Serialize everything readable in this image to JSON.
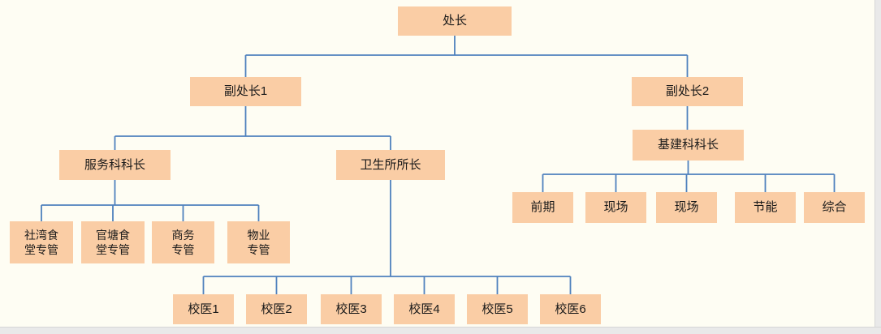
{
  "colors": {
    "node_fill": "#FACDA5",
    "connector_line": "#4F81BD",
    "canvas_background": "#FEFDF3",
    "page_margin": "#E9E9E9",
    "text": "#1A1A1A"
  },
  "org_chart": {
    "type": "organization-chart",
    "nodes": {
      "director": {
        "label": "处长"
      },
      "deputy1": {
        "label": "副处长1"
      },
      "deputy2": {
        "label": "副处长2"
      },
      "service_section_chief": {
        "label": "服务科科长"
      },
      "clinic_director": {
        "label": "卫生所所长"
      },
      "construction_section_chief": {
        "label": "基建科科长"
      },
      "shewan_canteen_manager": {
        "label": "社湾食\n堂专管"
      },
      "guantang_canteen_manager": {
        "label": "官塘食\n堂专管"
      },
      "business_manager": {
        "label": "商务\n专管"
      },
      "property_manager": {
        "label": "物业\n专管"
      },
      "early_stage": {
        "label": "前期"
      },
      "site1": {
        "label": "现场"
      },
      "site2": {
        "label": "现场"
      },
      "energy_saving": {
        "label": "节能"
      },
      "general_affairs": {
        "label": "综合"
      },
      "doctor1": {
        "label": "校医1"
      },
      "doctor2": {
        "label": "校医2"
      },
      "doctor3": {
        "label": "校医3"
      },
      "doctor4": {
        "label": "校医4"
      },
      "doctor5": {
        "label": "校医5"
      },
      "doctor6": {
        "label": "校医6"
      }
    },
    "edges": [
      {
        "from": "director",
        "to": "deputy1"
      },
      {
        "from": "director",
        "to": "deputy2"
      },
      {
        "from": "deputy1",
        "to": "service_section_chief"
      },
      {
        "from": "deputy1",
        "to": "clinic_director"
      },
      {
        "from": "deputy2",
        "to": "construction_section_chief"
      },
      {
        "from": "service_section_chief",
        "to": "shewan_canteen_manager"
      },
      {
        "from": "service_section_chief",
        "to": "guantang_canteen_manager"
      },
      {
        "from": "service_section_chief",
        "to": "business_manager"
      },
      {
        "from": "service_section_chief",
        "to": "property_manager"
      },
      {
        "from": "clinic_director",
        "to": "doctor1"
      },
      {
        "from": "clinic_director",
        "to": "doctor2"
      },
      {
        "from": "clinic_director",
        "to": "doctor3"
      },
      {
        "from": "clinic_director",
        "to": "doctor4"
      },
      {
        "from": "clinic_director",
        "to": "doctor5"
      },
      {
        "from": "clinic_director",
        "to": "doctor6"
      },
      {
        "from": "construction_section_chief",
        "to": "early_stage"
      },
      {
        "from": "construction_section_chief",
        "to": "site1"
      },
      {
        "from": "construction_section_chief",
        "to": "site2"
      },
      {
        "from": "construction_section_chief",
        "to": "energy_saving"
      },
      {
        "from": "construction_section_chief",
        "to": "general_affairs"
      }
    ]
  }
}
